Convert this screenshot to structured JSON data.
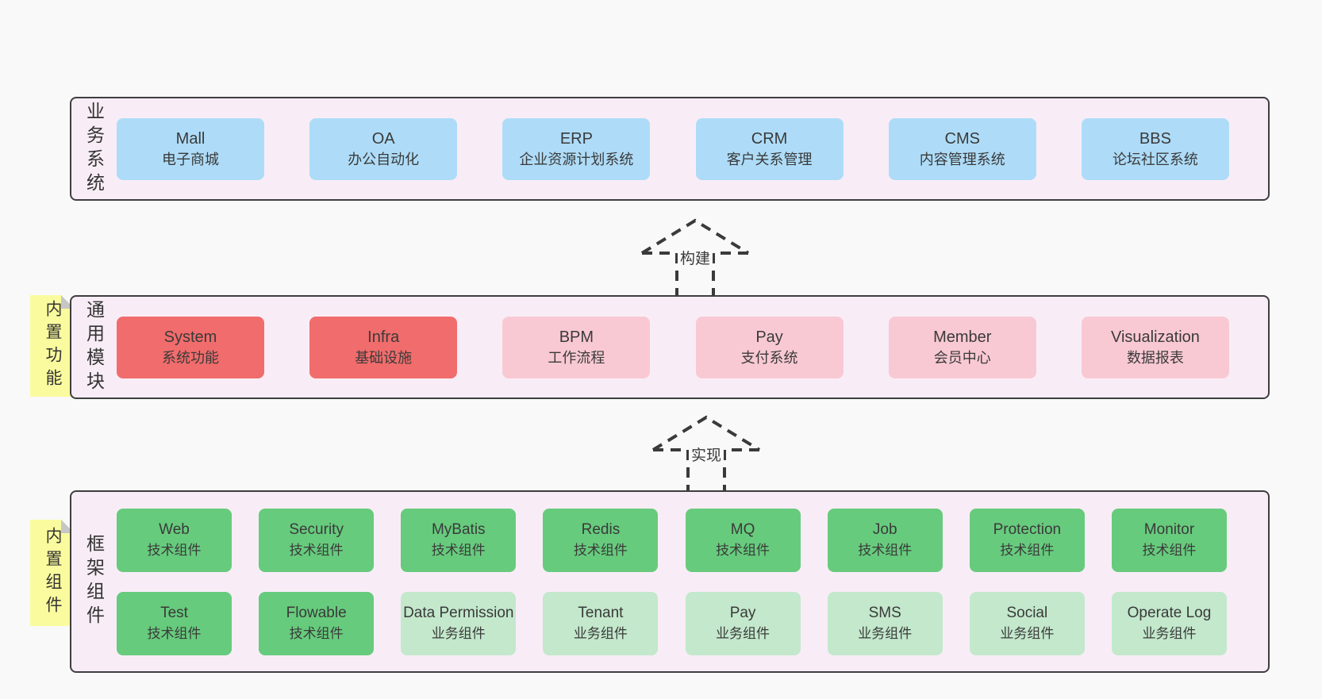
{
  "colors": {
    "page_bg": "#f9f9f9",
    "section_bg": "#f8edf6",
    "section_border": "#3e3e3e",
    "blue_box": "#aedcf8",
    "red_box": "#f16c6c",
    "pink_box": "#f9c9d3",
    "green_box": "#67cb7d",
    "light_green_box": "#c3e8cc",
    "sticky_note": "#fafb9e",
    "text": "#3a3a3a"
  },
  "business": {
    "label": "业务系统",
    "items": [
      {
        "name": "Mall",
        "desc": "电子商城"
      },
      {
        "name": "OA",
        "desc": "办公自动化"
      },
      {
        "name": "ERP",
        "desc": "企业资源计划系统"
      },
      {
        "name": "CRM",
        "desc": "客户关系管理"
      },
      {
        "name": "CMS",
        "desc": "内容管理系统"
      },
      {
        "name": "BBS",
        "desc": "论坛社区系统"
      }
    ]
  },
  "build_arrow": {
    "label": "构建"
  },
  "modules": {
    "label": "通用模块",
    "sticky": "内置功能",
    "items": [
      {
        "name": "System",
        "desc": "系统功能",
        "variant": "red"
      },
      {
        "name": "Infra",
        "desc": "基础设施",
        "variant": "red"
      },
      {
        "name": "BPM",
        "desc": "工作流程",
        "variant": "pink"
      },
      {
        "name": "Pay",
        "desc": "支付系统",
        "variant": "pink"
      },
      {
        "name": "Member",
        "desc": "会员中心",
        "variant": "pink"
      },
      {
        "name": "Visualization",
        "desc": "数据报表",
        "variant": "pink"
      }
    ]
  },
  "implement_arrow": {
    "label": "实现"
  },
  "components": {
    "label": "框架组件",
    "sticky": "内置组件",
    "row1": [
      {
        "name": "Web",
        "desc": "技术组件",
        "variant": "green"
      },
      {
        "name": "Security",
        "desc": "技术组件",
        "variant": "green"
      },
      {
        "name": "MyBatis",
        "desc": "技术组件",
        "variant": "green"
      },
      {
        "name": "Redis",
        "desc": "技术组件",
        "variant": "green"
      },
      {
        "name": "MQ",
        "desc": "技术组件",
        "variant": "green"
      },
      {
        "name": "Job",
        "desc": "技术组件",
        "variant": "green"
      },
      {
        "name": "Protection",
        "desc": "技术组件",
        "variant": "green"
      },
      {
        "name": "Monitor",
        "desc": "技术组件",
        "variant": "green"
      }
    ],
    "row2": [
      {
        "name": "Test",
        "desc": "技术组件",
        "variant": "green"
      },
      {
        "name": "Flowable",
        "desc": "技术组件",
        "variant": "green"
      },
      {
        "name": "Data Permission",
        "desc": "业务组件",
        "variant": "lightgreen"
      },
      {
        "name": "Tenant",
        "desc": "业务组件",
        "variant": "lightgreen"
      },
      {
        "name": "Pay",
        "desc": "业务组件",
        "variant": "lightgreen"
      },
      {
        "name": "SMS",
        "desc": "业务组件",
        "variant": "lightgreen"
      },
      {
        "name": "Social",
        "desc": "业务组件",
        "variant": "lightgreen"
      },
      {
        "name": "Operate Log",
        "desc": "业务组件",
        "variant": "lightgreen"
      }
    ]
  }
}
